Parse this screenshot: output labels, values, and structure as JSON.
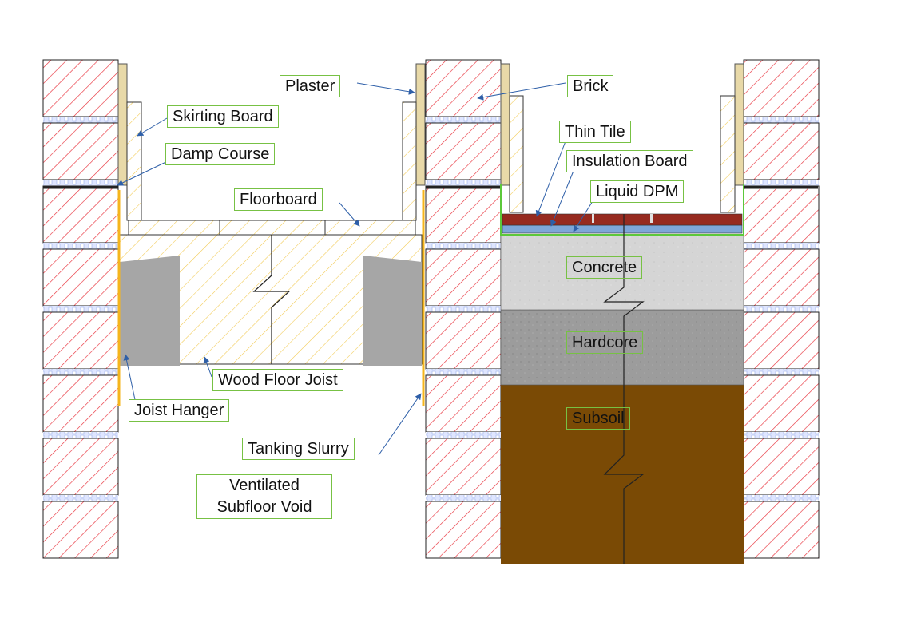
{
  "labels": {
    "plaster": "Plaster",
    "brick": "Brick",
    "skirting_board": "Skirting Board",
    "damp_course": "Damp Course",
    "thin_tile": "Thin Tile",
    "insulation_board": "Insulation Board",
    "floorboard": "Floorboard",
    "liquid_dpm": "Liquid DPM",
    "concrete": "Concrete",
    "hardcore": "Hardcore",
    "wood_floor_joist": "Wood Floor Joist",
    "joist_hanger": "Joist Hanger",
    "subsoil": "Subsoil",
    "tanking_slurry": "Tanking Slurry",
    "ventilated_subfloor_void_line1": "Ventilated",
    "ventilated_subfloor_void_line2": "Subfloor Void"
  },
  "colors": {
    "brick_hatch": "#e8303a",
    "mortar": "#dfe6ff",
    "plaster": "#e8d9a8",
    "wood_hatch": "#f2c94c",
    "tanking_slurry": "#f5b51c",
    "joist_hanger": "#a6a6a6",
    "tile": "#962a1f",
    "insulation": "#7ea6d8",
    "dpm_outline": "#5cc83a",
    "concrete": "#d5d5d5",
    "hardcore": "#9c9c9c",
    "subsoil": "#7a4a05",
    "label_border": "#77c144",
    "arrow": "#2e5fa8"
  }
}
